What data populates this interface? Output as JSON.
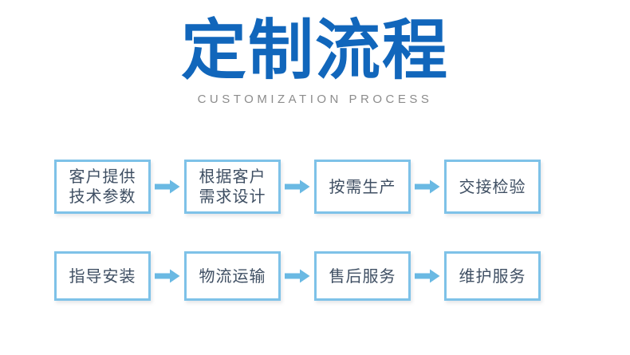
{
  "header": {
    "title": "定制流程",
    "subtitle": "CUSTOMIZATION PROCESS",
    "title_color": "#1166bb",
    "subtitle_color": "#8c8c8c"
  },
  "theme": {
    "background": "#ffffff",
    "box_border": "#7ec2e8",
    "box_fill": "#ffffff",
    "box_text": "#3f4f63",
    "arrow": "#6ab9e3"
  },
  "flow": {
    "arrow_icon": "arrow-right-icon",
    "rows": [
      {
        "steps": [
          {
            "lines": [
              "客户提供",
              "技术参数"
            ]
          },
          {
            "lines": [
              "根据客户",
              "需求设计"
            ]
          },
          {
            "lines": [
              "按需生产"
            ]
          },
          {
            "lines": [
              "交接检验"
            ]
          }
        ]
      },
      {
        "steps": [
          {
            "lines": [
              "指导安装"
            ]
          },
          {
            "lines": [
              "物流运输"
            ]
          },
          {
            "lines": [
              "售后服务"
            ]
          },
          {
            "lines": [
              "维护服务"
            ]
          }
        ]
      }
    ]
  }
}
